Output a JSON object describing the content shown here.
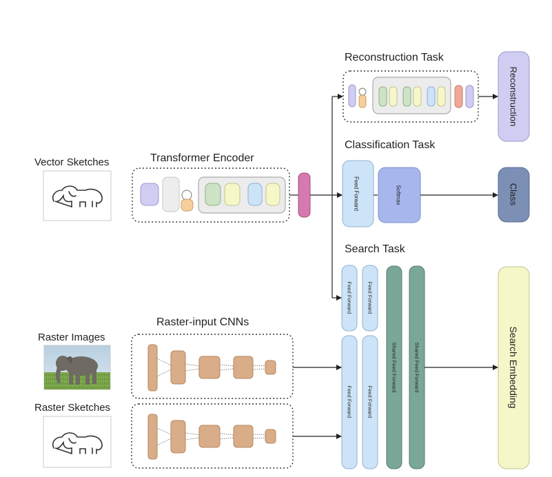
{
  "inputs": {
    "vector_sketches": "Vector Sketches",
    "raster_images": "Raster Images",
    "raster_sketches": "Raster Sketches"
  },
  "modules": {
    "transformer_encoder": "Transformer Encoder",
    "raster_cnns": "Raster-input CNNs"
  },
  "tasks": {
    "reconstruction": "Reconstruction Task",
    "classification": "Classification Task",
    "search": "Search Task"
  },
  "blocks": {
    "feed_forward": "Feed Forward",
    "softmax": "Softmax",
    "shared_feed_forward": "Shared Feed Forward"
  },
  "outputs": {
    "reconstruction": "Reconstruction",
    "class": "Class",
    "search_embedding": "Search Embedding"
  },
  "colors": {
    "lavender": "#cfcdf2",
    "light_blue": "#cde3f8",
    "softmax_blue": "#a7b7ee",
    "class_blue": "#7c8fb5",
    "teal": "#7aa797",
    "pale_yellow": "#f6f7c8",
    "magenta": "#d579b0",
    "cnn_brown": "#d9ad88"
  }
}
